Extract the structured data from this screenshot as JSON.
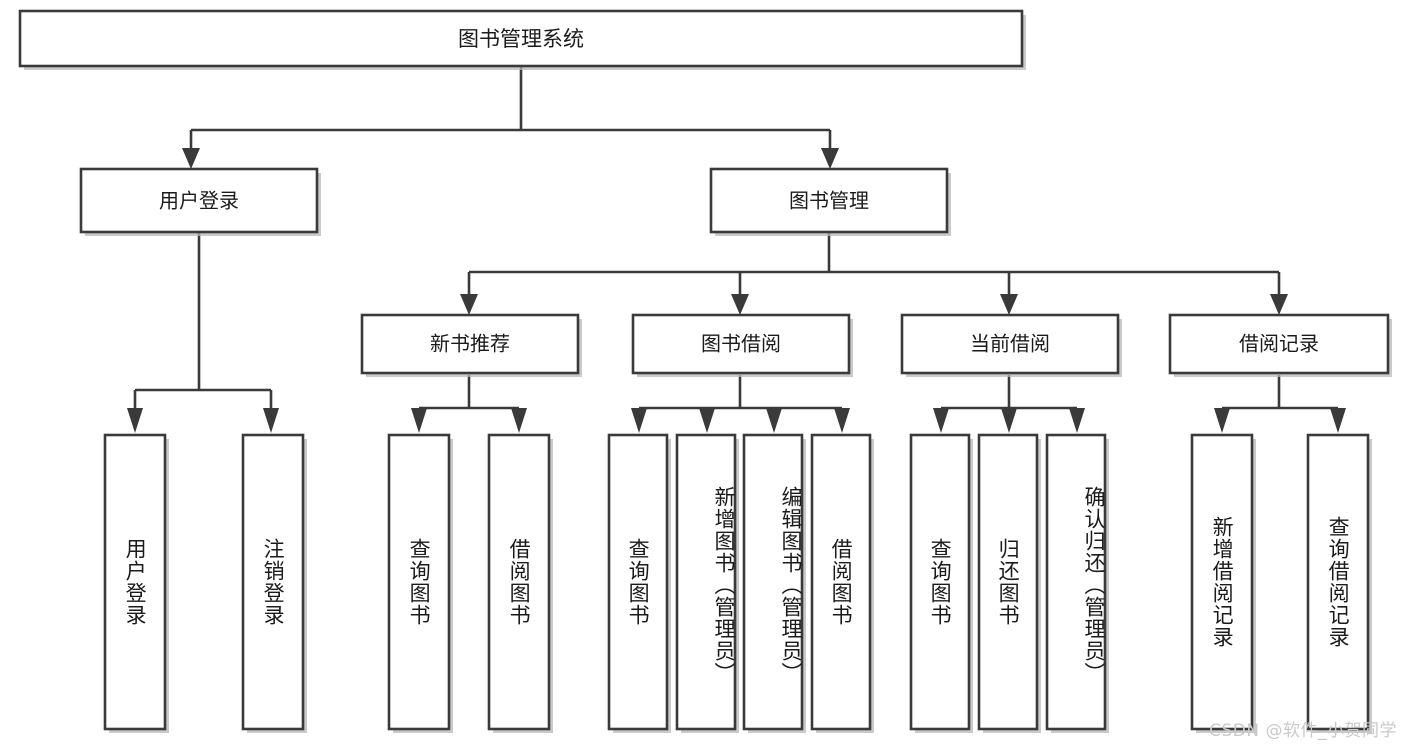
{
  "diagram": {
    "type": "hierarchy-tree",
    "title": "图书管理系统",
    "watermark": "CSDN @软件_小贺同学",
    "colors": {
      "box_stroke": "#3a3a3a",
      "box_fill": "#ffffff",
      "text": "#1b1b1b",
      "shadow": "#b8b8b8",
      "watermark": "#c9c9c9",
      "background": "#ffffff"
    },
    "root": {
      "label": "图书管理系统"
    },
    "level2": [
      {
        "label": "用户登录"
      },
      {
        "label": "图书管理"
      }
    ],
    "level3": [
      {
        "label": "新书推荐"
      },
      {
        "label": "图书借阅"
      },
      {
        "label": "当前借阅"
      },
      {
        "label": "借阅记录"
      }
    ],
    "leaves": [
      {
        "label": "用户登录",
        "parent": "用户登录"
      },
      {
        "label": "注销登录",
        "parent": "用户登录"
      },
      {
        "label": "查询图书",
        "parent": "新书推荐"
      },
      {
        "label": "借阅图书",
        "parent": "新书推荐"
      },
      {
        "label": "查询图书",
        "parent": "图书借阅"
      },
      {
        "label": "新增图书（管理员）",
        "parent": "图书借阅"
      },
      {
        "label": "编辑图书（管理员）",
        "parent": "图书借阅"
      },
      {
        "label": "借阅图书",
        "parent": "图书借阅"
      },
      {
        "label": "查询图书",
        "parent": "当前借阅"
      },
      {
        "label": "归还图书",
        "parent": "当前借阅"
      },
      {
        "label": "确认归还（管理员）",
        "parent": "当前借阅"
      },
      {
        "label": "新增借阅记录",
        "parent": "借阅记录"
      },
      {
        "label": "查询借阅记录",
        "parent": "借阅记录"
      }
    ]
  }
}
